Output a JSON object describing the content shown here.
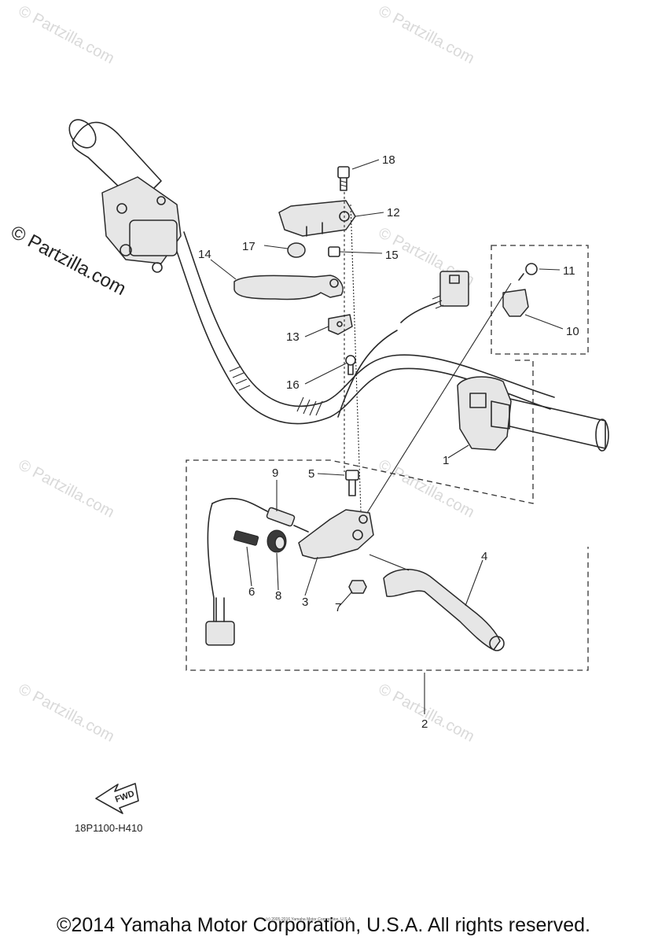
{
  "watermark": "© Partzilla.com",
  "callouts": {
    "c1": "1",
    "c2": "2",
    "c3": "3",
    "c4": "4",
    "c5": "5",
    "c6": "6",
    "c7": "7",
    "c8": "8",
    "c9": "9",
    "c10": "10",
    "c11": "11",
    "c12": "12",
    "c13": "13",
    "c14": "14",
    "c15": "15",
    "c16": "16",
    "c17": "17",
    "c18": "18"
  },
  "fwd_label": "FWD",
  "diagram_code": "18P1100-H410",
  "copyright": "©2014 Yamaha Motor Corporation, U.S.A. All rights reserved.",
  "small_credit": "(c) 2005-2016 Yamaha Motor Corporation, U.S.A."
}
